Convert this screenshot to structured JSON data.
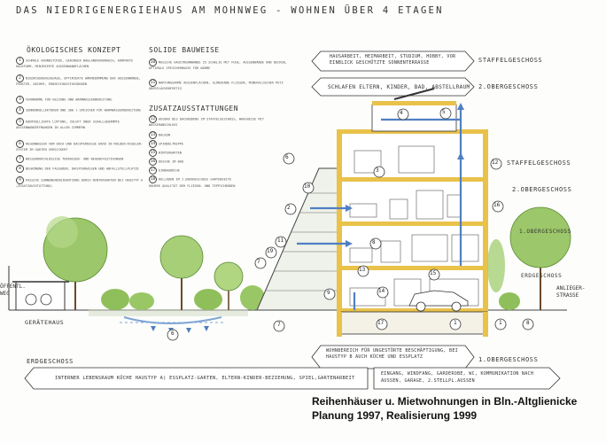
{
  "title": "DAS NIEDRIGENERGIEHAUS AM MOHNWEG - WOHNEN ÜBER 4 ETAGEN",
  "columns": {
    "oekologisch": "ÖKOLOGISCHES KONZEPT",
    "solide": "SOLIDE BAUWEISE",
    "zusatz": "ZUSATZAUSSTATTUNGEN"
  },
  "oeko_items": [
    {
      "num": "1",
      "text": "SCHMALE GRUNDSTÜCKE, GERINGER BAULANDVERBRAUCH, KOMPAKTE HAUSFORM, MINIMIERTE AUSSENWANDFLÄCHEN"
    },
    {
      "num": "2",
      "text": "NIEDRIGENERGIEHAUS, OPTIMIERTE WÄRMEDÄMMUNG DER AUSSENWÄNDE, FENSTER, DÄCHER, ERDGESCHOSSFUSSBODEN"
    },
    {
      "num": "3",
      "text": "FERNWÄRME FÜR HEIZUNG UND WARMWASSERBEREITUNG"
    },
    {
      "num": "4",
      "text": "SONNENKOLLEKTOREN UND 300 l-SPEICHER FÜR WARMWASSERBEREITUNG"
    },
    {
      "num": "5",
      "text": "KONTROLLIERTE LÜFTUNG, ZULUFT ÜBER SCHALLGEDÄMMTE AUSSENWANDÖFFNUNGEN IN ALLEN ZIMMERN"
    },
    {
      "num": "6",
      "text": "REGENWASSER VOM DACH UND DACHTERRASSE WIRD IN MULDEN-RIGOLEN-SYSTEM IM GARTEN VERSICKERT"
    },
    {
      "num": "7",
      "text": "WASSERDURCHLÄSSIGE TERRASSEN- UND WEGEBEFESTIGUNGEN"
    },
    {
      "num": "8",
      "text": "BEGRÜNUNG DER FASSADEN, DACHTERRASSEN UND ABFALLSTELLPLÄTZE"
    },
    {
      "num": "9",
      "text": "PASSIVE SONNENENERGIENUTZUNG DURCH WINTERGARTEN BEI HAUSTYP A (ZUSATZAUSSTATTUNG)"
    }
  ],
  "solide_items": [
    {
      "num": "10",
      "text": "MASSIVE HAUSTRENNWÄNDE 25 SCHALIG MIT FUGE, AUSSENWÄNDE UND DECKEN, OPTIMALE SPEICHERMASSE FÜR WÄRME"
    },
    {
      "num": "11",
      "text": "WARTUNGSARME AUSSENFLÄCHEN, GLÄNZENDE FLIESEN, MINERALISCHER PUTZ OBERFLÄCHENFERTIG"
    }
  ],
  "zusatz_items": [
    {
      "num": "12",
      "text": "AUSBAU DES DACHBODENS IM STAFFELGESCHOSS, WAHLWEISE MIT WASSERANSCHLUSS"
    },
    {
      "num": "13",
      "text": "BALKON"
    },
    {
      "num": "14",
      "text": "SPINDELTREPPE"
    },
    {
      "num": "15",
      "text": "WINTERGARTEN"
    },
    {
      "num": "16",
      "text": "DUSCHE IM BAD"
    },
    {
      "num": "17",
      "text": "EINBAUKÜCHE"
    },
    {
      "num": "18",
      "text": "ROLLÄDEN IM 1.OBERGESCHOSS GARTENSEITE"
    },
    {
      "num": "19",
      "text": "HÖHERE QUALITÄT DER FLIESEN- UND TEPPICHBÖDEN"
    }
  ],
  "signs": {
    "staffel_sign": "HAUSARBEIT, HEIMARBEIT, STUDIUM, HOBBY, VOR EINBLICK GESCHÜTZTE SONNENTERRASSE",
    "og2_sign": "SCHLAFEN ELTERN, KINDER, BAD, ABSTELLRAUM",
    "og1_sign": "WOHNBEREICH FÜR UNGESTÖRTE BESCHÄFTIGUNG, BEI HAUSTYP B AUCH KÜCHE UND ESSPLATZ",
    "eg_sign": "INTERNER LEBENSRAUM KÜCHE HAUSTYP A) ESSPLATZ-GARTEN, ELTERN-KINDER-BEZIEHUNG, SPIEL,GARTENARBEIT",
    "eingang_sign": "EINGANG, WINDFANG, GARDEROBE, WC, KOMMUNIKATION NACH AUSSEN, GARAGE, 2.STELLPL.AUSSEN"
  },
  "floors": {
    "staffel_top": "STAFFELGESCHOSS",
    "og2_top": "2.OBERGESCHOSS",
    "staffel": "STAFFELGESCHOSS",
    "og2": "2.OBERGESCHOSS",
    "og1_tree": "1.OBERGESCHOSS",
    "erd": "ERDGESCHOSS",
    "og1_bottom": "1.OBERGESCHOSS",
    "erdgeschoss": "ERDGESCHOSS"
  },
  "labels": {
    "oeffentl": "ÖFFENTL. WEG",
    "geraetehaus": "GERÄTEHAUS",
    "anlieger": "ANLIEGER-STRASSE"
  },
  "callouts": [
    "4",
    "5",
    "6",
    "12",
    "3",
    "2",
    "7",
    "11",
    "19",
    "16",
    "10",
    "8",
    "13",
    "14",
    "15",
    "9",
    "17",
    "1",
    "7",
    "8",
    "6",
    "1"
  ],
  "caption": {
    "line1": "Reihenhäuser u. Mietwohnungen in Bln.-Altglienicke",
    "line2": "Planung 1997, Realisierung 1999"
  },
  "colors": {
    "wall": "#e9c24a",
    "sky_pipe": "#4f7fc2",
    "tree": "#8fbf5a",
    "water": "#7fa6d6",
    "ink": "#333333"
  }
}
